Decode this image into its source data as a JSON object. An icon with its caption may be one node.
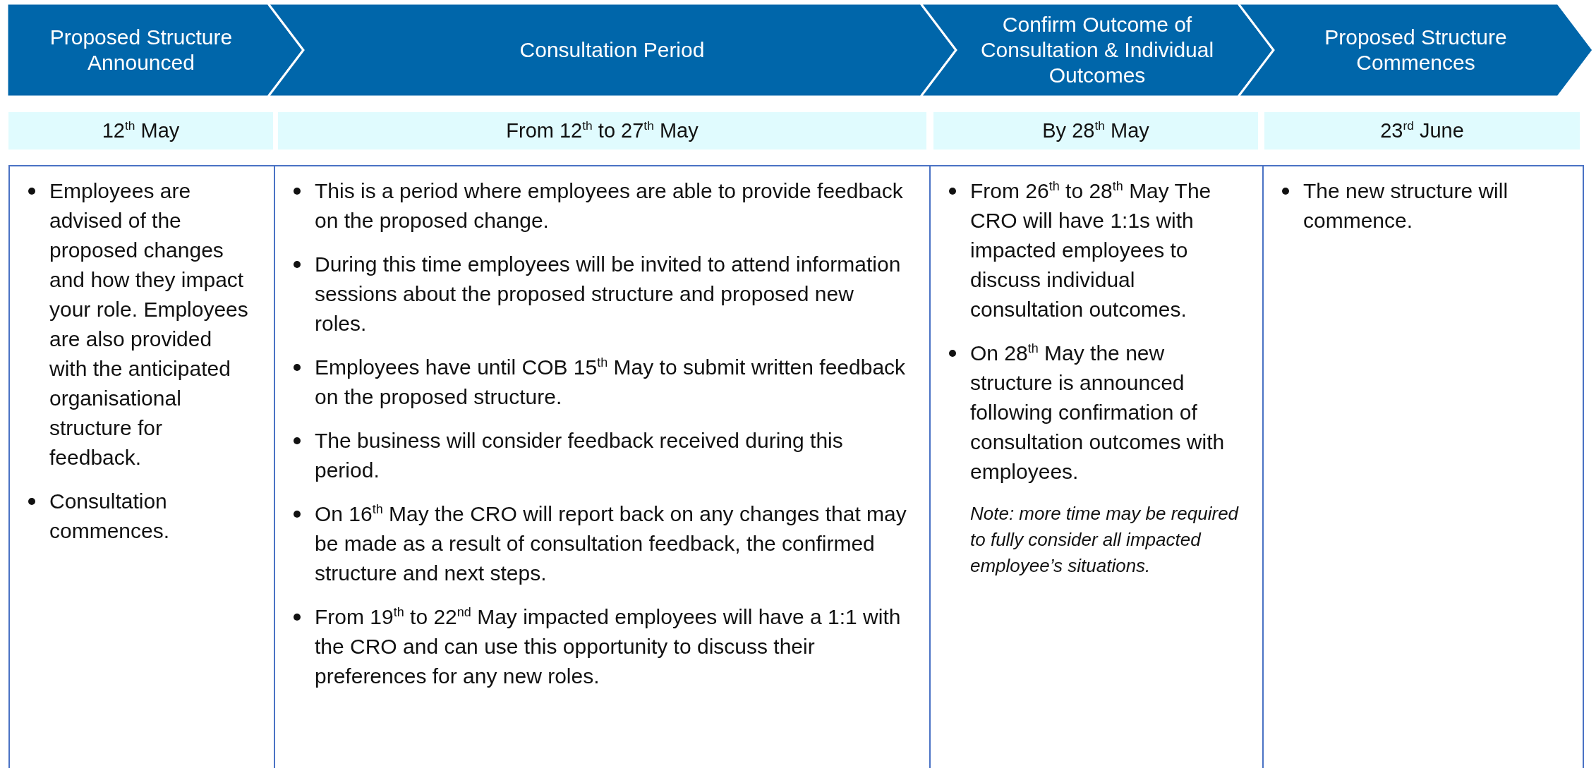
{
  "diagram": {
    "nodes": [
      {
        "text": [
          "Proposed Structure Announced"
        ]
      },
      {
        "text": [
          "Consultation Period"
        ]
      },
      {
        "text": [
          "Confirm Outcome of Consultation & Individual Outcomes"
        ]
      },
      {
        "text": [
          "Proposed Structure Commences"
        ]
      },
      {
        "text": [
          "12$^{th}$ May"
        ]
      },
      {
        "text": [
          "From 12$^{th}$ to 27$^{th}$ May"
        ]
      },
      {
        "text": [
          "By  28$^{th}$ May"
        ]
      },
      {
        "text": [
          "23$^{rd}$ June"
        ]
      },
      {
        "text": [
          "Employees are advised of the proposed changes and how they impact your role. Employees are also provided with the anticipated organisational structure for feedback.",
          "Consultation commences."
        ]
      },
      {
        "text": [
          "This is a period where employees are able to provide feedback on the proposed change.",
          "During this time employees will be invited to attend information sessions about the proposed structure and proposed new roles.",
          "Employees have until COB 15$^{th}$ May to submit written feedback on the proposed structure.",
          "The business will consider feedback received during this period.",
          "On 16$^{th}$ May the CRO will report back on any changes that may be made as a result of consultation feedback, the confirmed structure and next steps.",
          "From 19$^{th}$ to 22$^{nd}$ May impacted employees will have a 1:1 with the CRO and can use this opportunity to discuss their preferences for any new roles."
        ]
      },
      {
        "text": [
          "From 26$^{th}$ to 28$^{th}$ May The CRO will have 1:1s with impacted employees to discuss individual consultation outcomes.",
          "On 28$^{th}$ May the new structure is announced following confirmation of consultation outcomes with employees.",
          "Note: more time may be required to fully consider all impacted employee’s situations."
        ]
      },
      {
        "text": [
          "The new structure will commence."
        ]
      }
    ]
  }
}
